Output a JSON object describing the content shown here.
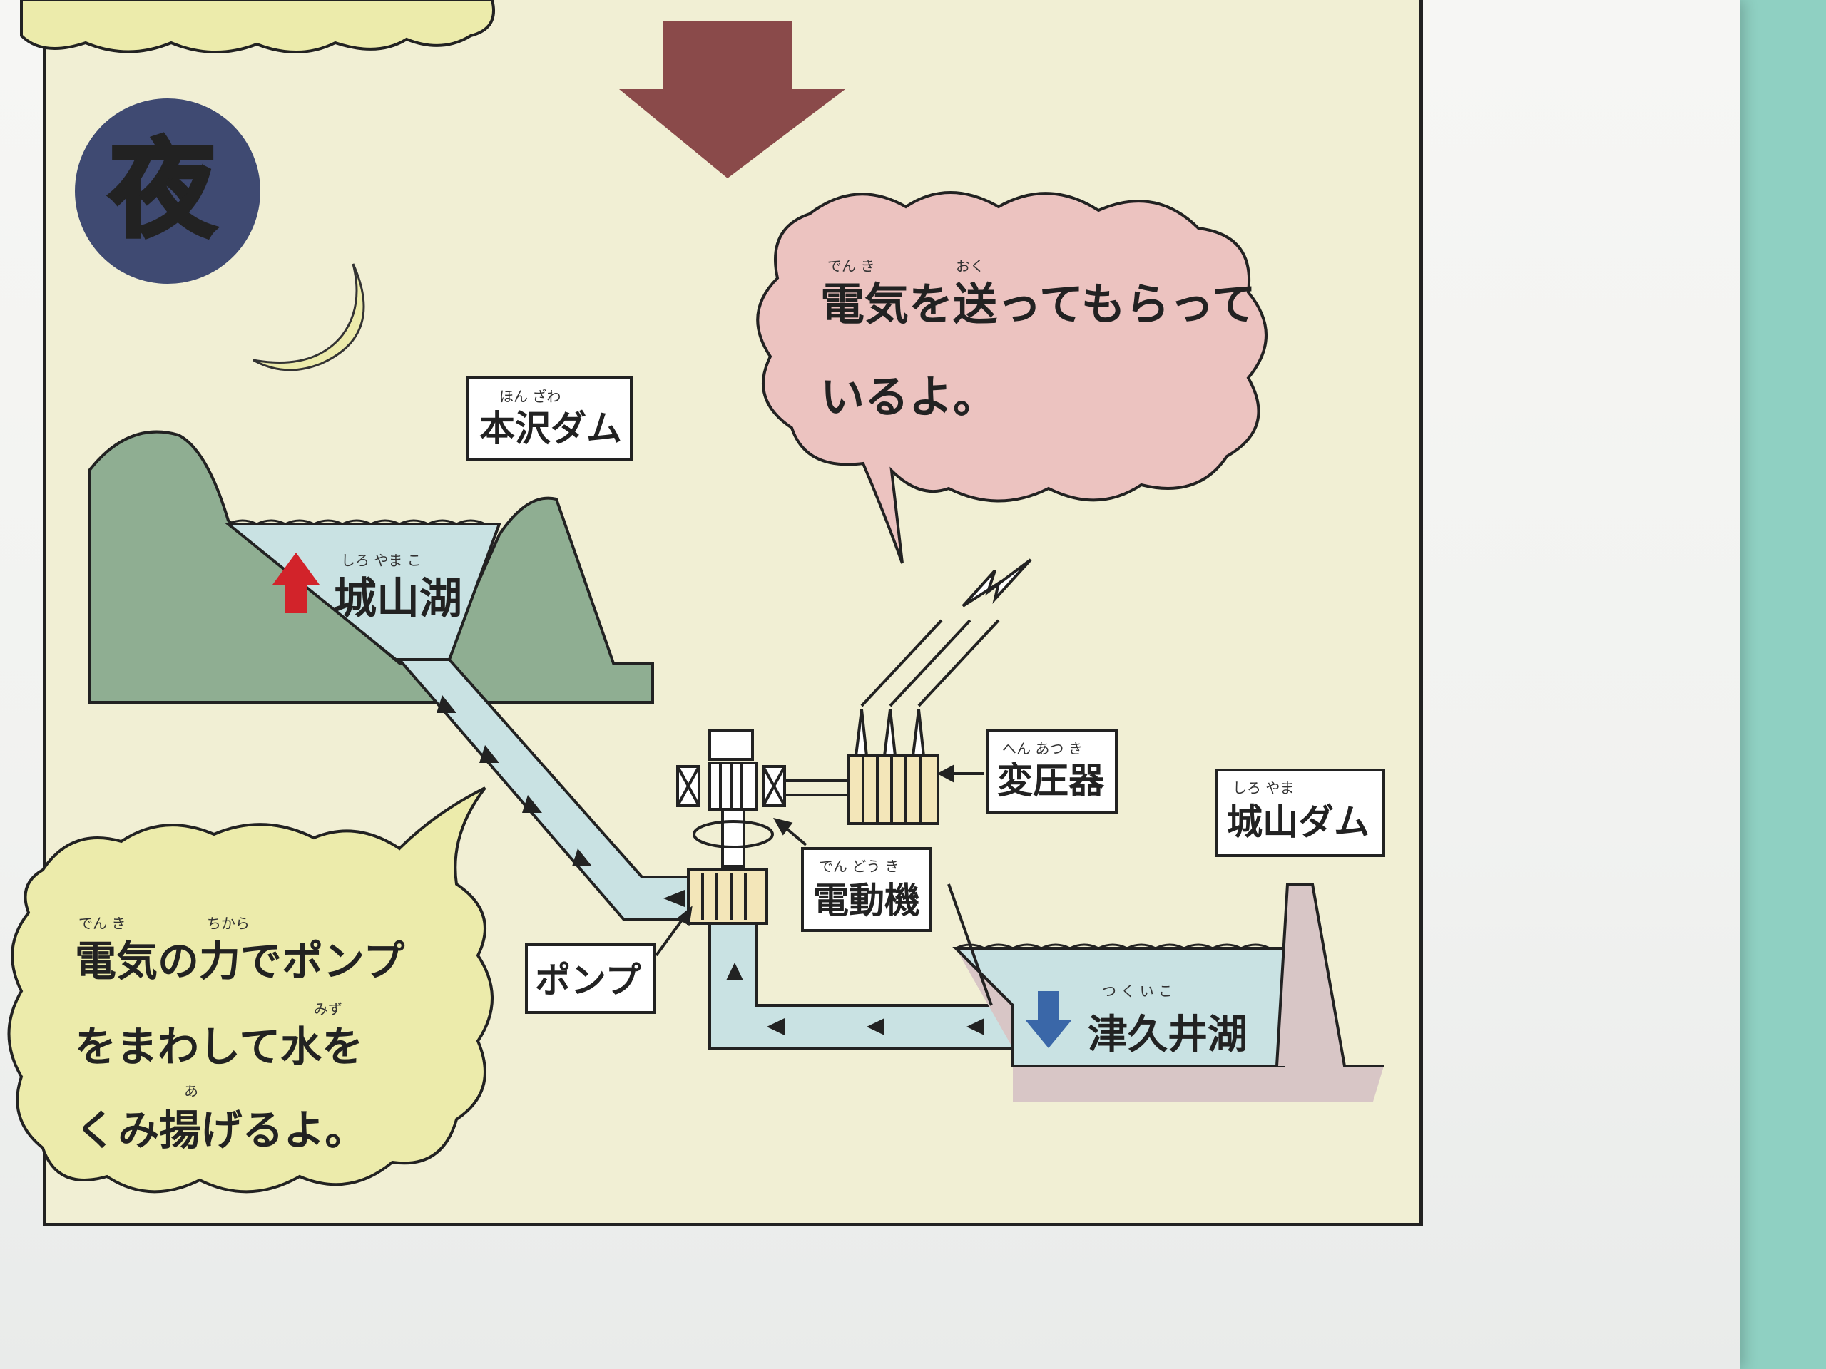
{
  "badge": {
    "label": "夜"
  },
  "labels": {
    "honzawa_dam": {
      "ruby": "ほん ざわ",
      "text": "本沢ダム"
    },
    "shiroyama_lake": {
      "ruby": "しろ やま こ",
      "text": "城山湖"
    },
    "transformer": {
      "ruby": "へん あつ き",
      "text": "変圧器"
    },
    "shiroyama_dam": {
      "ruby": "しろ やま",
      "text": "城山ダム"
    },
    "motor": {
      "ruby": "でん どう き",
      "text": "電動機"
    },
    "pump": {
      "text": "ポンプ"
    },
    "tsukui_lake": {
      "ruby": "つ く い こ",
      "text": "津久井湖"
    }
  },
  "bubble_top": {
    "ruby1": "でん き",
    "ruby2": "おく",
    "line1": "電気を送ってもらって",
    "line2": "いるよ。"
  },
  "bubble_left": {
    "ruby_line1a": "でん き",
    "ruby_line1b": "ちから",
    "line1": "電気の力でポンプ",
    "ruby_line2": "みず",
    "line2": "をまわして水を",
    "ruby_line3": "あ",
    "line3": "くみ揚げるよ。"
  },
  "colors": {
    "background_panel": "#f1efd4",
    "mountain": "#8fae92",
    "water": "#c9e2e3",
    "lower_ground": "#d8c6c6",
    "badge": "#3f4a72",
    "bubble_pink": "#ecc3c0",
    "bubble_yellow": "#ecebab",
    "up_arrow": "#d2232a",
    "down_arrow": "#3a67a8",
    "big_arrow": "#8a4a4a"
  }
}
